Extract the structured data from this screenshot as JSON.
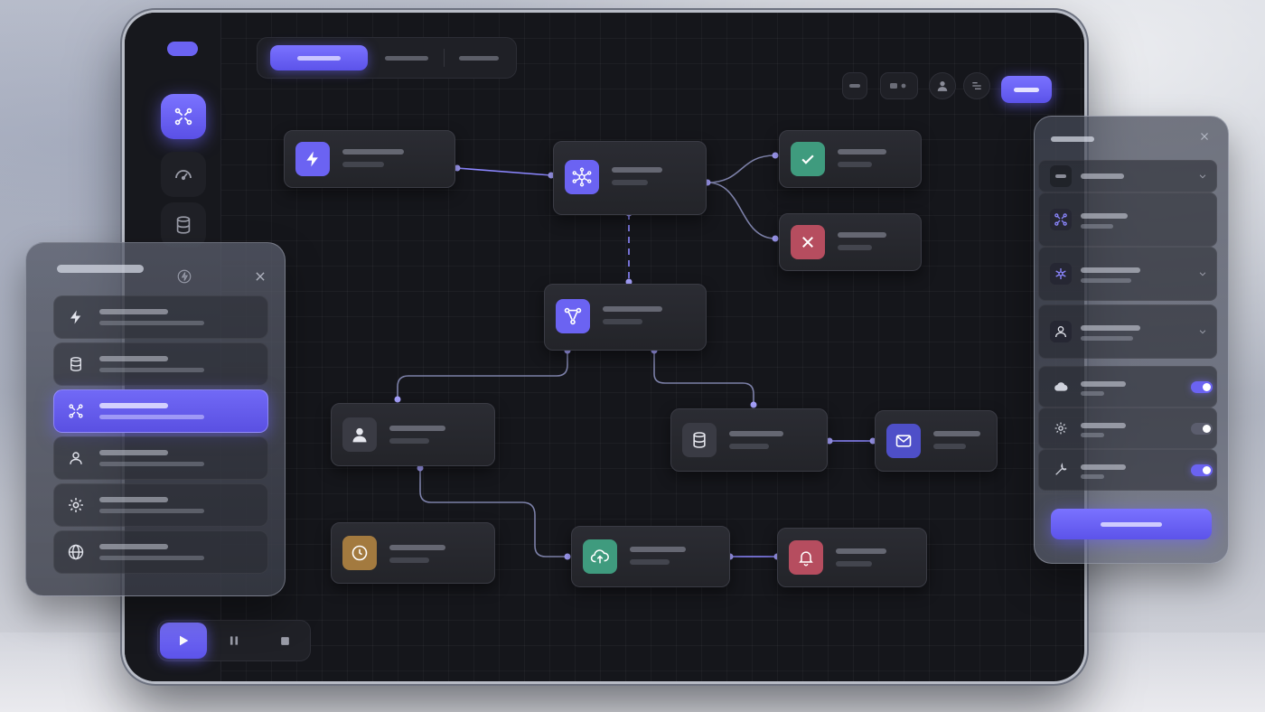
{
  "app": {
    "accent": "#6b63f2"
  },
  "rail": {
    "items": [
      {
        "icon": "workflow-icon",
        "active": true
      },
      {
        "icon": "gauge-icon",
        "active": false
      },
      {
        "icon": "database-icon",
        "active": false
      }
    ]
  },
  "tabs": [
    {
      "active": true
    },
    {
      "active": false
    },
    {
      "active": false
    }
  ],
  "toolbar": {
    "buttons": [
      "menu-icon",
      "camera-icon",
      "user-icon",
      "users-icon",
      "primary-action"
    ]
  },
  "nodes": [
    {
      "id": "trigger",
      "icon": "lightning-icon",
      "color": "#6b63f2"
    },
    {
      "id": "hub",
      "icon": "network-icon",
      "color": "#6b63f2"
    },
    {
      "id": "success",
      "icon": "check-icon",
      "color": "#3f9b7e"
    },
    {
      "id": "failure",
      "icon": "close-icon",
      "color": "#b64d5f"
    },
    {
      "id": "router",
      "icon": "workflow-icon",
      "color": "#6b63f2"
    },
    {
      "id": "user",
      "icon": "user-icon",
      "color": "#3a3b44"
    },
    {
      "id": "database",
      "icon": "database-icon",
      "color": "#3a3b44"
    },
    {
      "id": "email",
      "icon": "mail-icon",
      "color": "#4e4fc8"
    },
    {
      "id": "schedule",
      "icon": "clock-icon",
      "color": "#a37a3f"
    },
    {
      "id": "upload",
      "icon": "cloud-upload-icon",
      "color": "#3f9b7e"
    },
    {
      "id": "alert",
      "icon": "bell-icon",
      "color": "#b64d5f"
    }
  ],
  "player": {
    "controls": [
      "play-icon",
      "pause-icon",
      "stop-icon"
    ]
  },
  "left_panel": {
    "items": [
      {
        "icon": "lightning-icon",
        "selected": false
      },
      {
        "icon": "database-icon",
        "selected": false
      },
      {
        "icon": "workflow-icon",
        "selected": true
      },
      {
        "icon": "user-icon",
        "selected": false
      },
      {
        "icon": "gear-icon",
        "selected": false
      },
      {
        "icon": "globe-icon",
        "selected": false
      }
    ]
  },
  "right_panel": {
    "rows": [
      {
        "icon": "menu-icon",
        "expandable": true
      },
      {
        "icon": "workflow-icon",
        "expandable": false
      },
      {
        "icon": "network-icon",
        "expandable": true
      },
      {
        "icon": "user-icon",
        "expandable": true
      }
    ],
    "toggles": [
      {
        "icon": "cloud-icon",
        "on": true
      },
      {
        "icon": "gear-icon",
        "on": false
      },
      {
        "icon": "wrench-icon",
        "on": true
      }
    ]
  }
}
